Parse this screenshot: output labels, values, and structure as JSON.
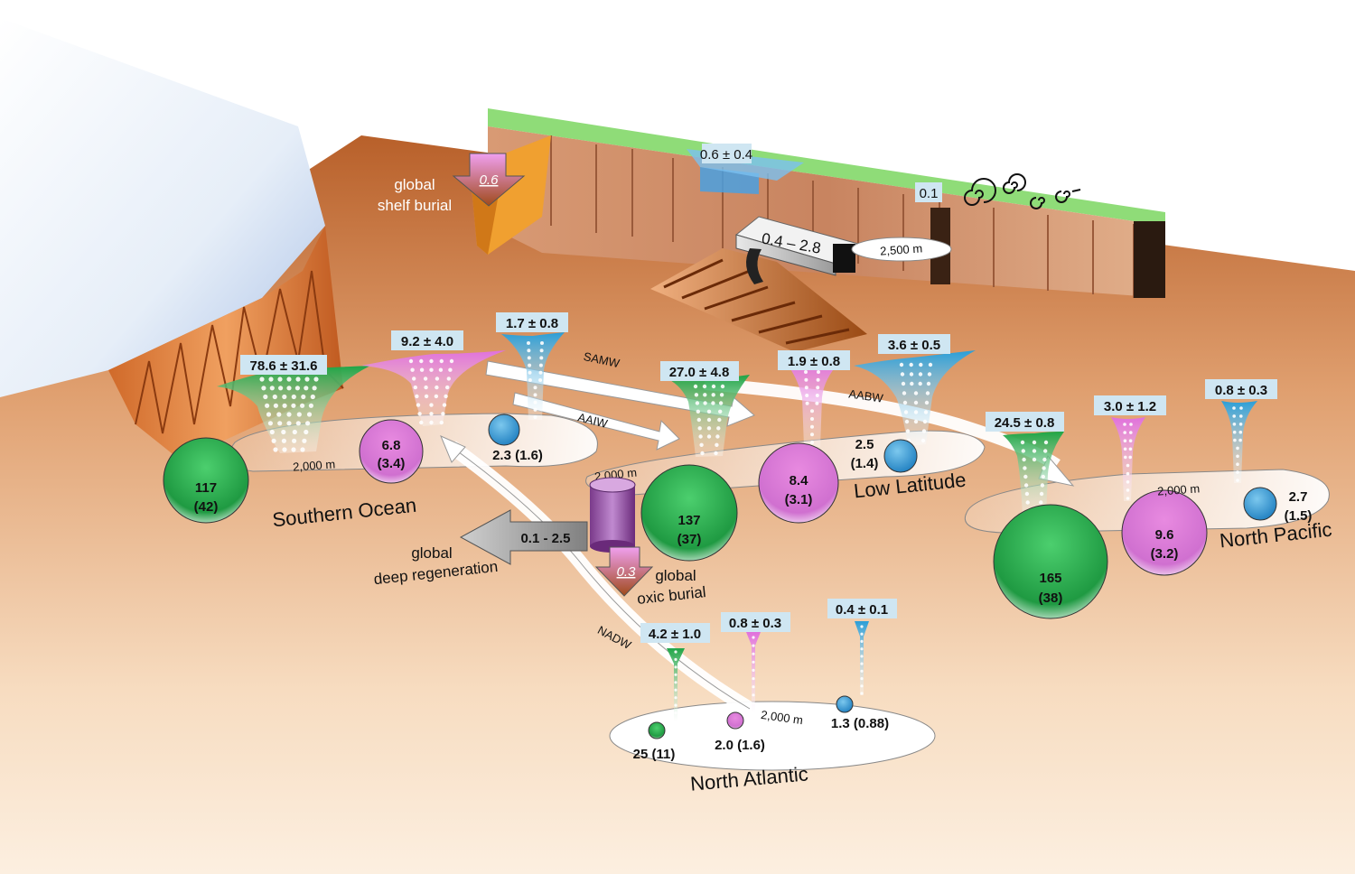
{
  "colors": {
    "opal": "#22a84a",
    "carbonate": "#e07ad8",
    "organic": "#2e9fd6",
    "floor": "#c9743a",
    "shelf_top": "#8fdc78",
    "box_label": "#cfe6f2"
  },
  "fluxes": {
    "so_opal": "78.6 ± 31.6",
    "so_carb": "9.2 ± 4.0",
    "so_org": "1.7 ± 0.8",
    "ll_opal": "27.0 ± 4.8",
    "ll_carb": "1.9 ± 0.8",
    "ll_org": "3.6 ± 0.5",
    "np_opal": "24.5 ± 0.8",
    "np_carb": "3.0 ± 1.2",
    "np_org": "0.8 ± 0.3",
    "na_opal": "4.2 ± 1.0",
    "na_carb": "0.8 ± 0.3",
    "na_org": "0.4 ± 0.1"
  },
  "pools": {
    "so_opal": [
      "117",
      "(42)"
    ],
    "so_carb": [
      "6.8",
      "(3.4)"
    ],
    "so_org": "2.3 (1.6)",
    "ll_opal": [
      "137",
      "(37)"
    ],
    "ll_carb": [
      "8.4",
      "(3.1)"
    ],
    "ll_org": [
      "2.5",
      "(1.4)"
    ],
    "np_opal": [
      "165",
      "(38)"
    ],
    "np_carb": [
      "9.6",
      "(3.2)"
    ],
    "np_org": [
      "2.7",
      "(1.5)"
    ],
    "na_opal": "25 (11)",
    "na_carb": "2.0 (1.6)",
    "na_org": "1.3 (0.88)"
  },
  "regions": {
    "southern_ocean": "Southern Ocean",
    "low_latitude": "Low Latitude",
    "north_pacific": "North Pacific",
    "north_atlantic": "North Atlantic"
  },
  "depth_label": "2,000 m",
  "depth_label_vent": "2,500 m",
  "water_masses": {
    "samw": "SAMW",
    "aaiw": "AAIW",
    "aabw": "AABW",
    "nadw": "NADW"
  },
  "shelf": {
    "burial_value": "0.6",
    "burial_label_1": "global",
    "burial_label_2": "shelf burial",
    "coastal_flux": "0.6 ± 0.4",
    "dust_flux": "0.1",
    "hydrothermal": "0.4 – 2.8"
  },
  "deep": {
    "regen_value": "0.1 - 2.5",
    "regen_label_1": "global",
    "regen_label_2": "deep regeneration",
    "oxic_value": "0.3",
    "oxic_label_1": "global",
    "oxic_label_2": "oxic burial"
  }
}
